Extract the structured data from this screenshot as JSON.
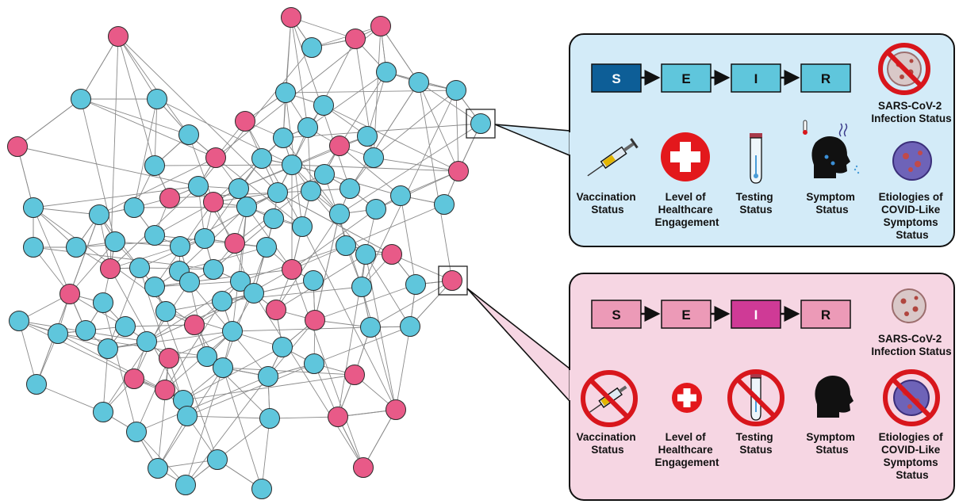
{
  "colors": {
    "susceptible_node": "#5fc6dc",
    "infected_node": "#e85a88",
    "edge": "#8a8a8a",
    "blue_panel_bg": "#d3ebf8",
    "pink_panel_bg": "#f6d6e3"
  },
  "panel_blue": {
    "states": [
      "S",
      "E",
      "I",
      "R"
    ],
    "active_state": "S",
    "labels": {
      "infection": [
        "SARS-CoV-2",
        "Infection Status"
      ],
      "vaccination": [
        "Vaccination",
        "Status"
      ],
      "healthcare": [
        "Level of",
        "Healthcare",
        "Engagement"
      ],
      "testing": [
        "Testing",
        "Status"
      ],
      "symptom": [
        "Symptom",
        "Status"
      ],
      "etiologies": [
        "Etiologies of",
        "COVID-Like",
        "Symptoms",
        "Status"
      ]
    },
    "icons": {
      "virus": "crossed-out-virus-icon",
      "vaccination": "syringe-icon",
      "healthcare": "red-cross-icon",
      "testing": "test-tube-icon",
      "symptom": "sick-head-icon",
      "etiologies": "virus-icon"
    }
  },
  "panel_pink": {
    "states": [
      "S",
      "E",
      "I",
      "R"
    ],
    "active_state": "I",
    "labels": {
      "infection": [
        "SARS-CoV-2",
        "Infection Status"
      ],
      "vaccination": [
        "Vaccination",
        "Status"
      ],
      "healthcare": [
        "Level of",
        "Healthcare",
        "Engagement"
      ],
      "testing": [
        "Testing",
        "Status"
      ],
      "symptom": [
        "Symptom",
        "Status"
      ],
      "etiologies": [
        "Etiologies of",
        "COVID-Like",
        "Symptoms",
        "Status"
      ]
    },
    "icons": {
      "virus": "virus-icon",
      "vaccination": "crossed-out-syringe-icon",
      "healthcare": "small-red-cross-icon",
      "testing": "crossed-out-test-tube-icon",
      "symptom": "head-silhouette-icon",
      "etiologies": "crossed-out-virus-icon"
    }
  },
  "network": {
    "node_types": "S=susceptible (blue), I=infected (pink)",
    "highlighted": [
      "blue node linked to top panel",
      "pink node linked to bottom panel"
    ]
  }
}
